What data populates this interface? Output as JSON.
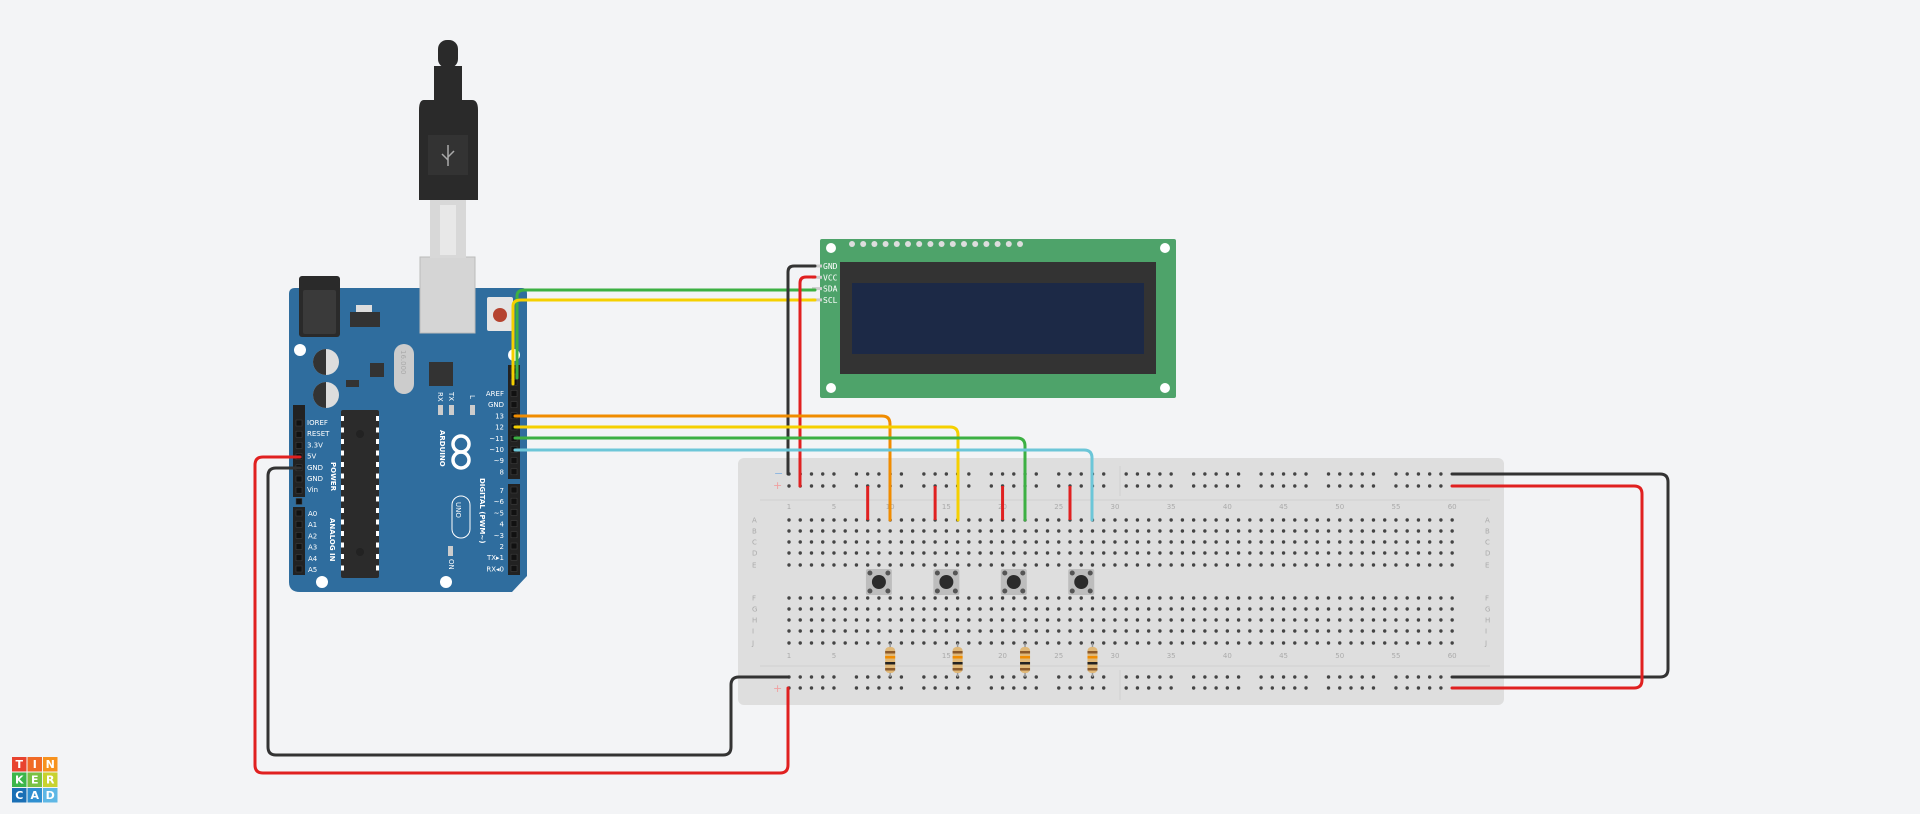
{
  "arduino": {
    "brand": "ARDUINO",
    "model": "UNO",
    "crystal": "16.000",
    "power_header_title": "POWER",
    "analog_header_title": "ANALOG IN",
    "digital_header_title": "DIGITAL (PWM~)",
    "power_pins": [
      "IOREF",
      "RESET",
      "3.3V",
      "5V",
      "GND",
      "GND",
      "Vin"
    ],
    "analog_pins": [
      "A0",
      "A1",
      "A2",
      "A3",
      "A4",
      "A5"
    ],
    "digital_pins_upper": [
      "AREF",
      "GND",
      "13",
      "12",
      "~11",
      "~10",
      "~9",
      "8"
    ],
    "digital_pins_lower": [
      "7",
      "~6",
      "~5",
      "4",
      "~3",
      "2",
      "TX▸1",
      "RX◂0"
    ],
    "led_labels": {
      "rx": "RX",
      "tx": "TX",
      "l": "L",
      "on": "ON"
    },
    "board_color": "#2f6d9e"
  },
  "lcd": {
    "pins": [
      "GND",
      "VCC",
      "SDA",
      "SCL"
    ],
    "board_color": "#4ea36a",
    "screen_color": "#1c2946"
  },
  "breadboard": {
    "columns": 60,
    "rows_top": [
      "A",
      "B",
      "C",
      "D",
      "E"
    ],
    "rows_bottom": [
      "F",
      "G",
      "H",
      "I",
      "J"
    ],
    "column_labels": [
      "1",
      "5",
      "10",
      "15",
      "20",
      "25",
      "30",
      "35",
      "40",
      "45",
      "50",
      "55",
      "60"
    ],
    "rail_minus": "−",
    "rail_plus": "+"
  },
  "components": {
    "pushbuttons": 4,
    "resistors": 4
  },
  "wires": {
    "colors": {
      "gnd": "#333333",
      "power": "#e02020",
      "sda": "#3cb043",
      "scl": "#f5d000",
      "pin13": "#f08c00",
      "pin12": "#f5d000",
      "pin11": "#3cb043",
      "pin10": "#6cc6d8"
    }
  },
  "logo": {
    "letters": [
      "T",
      "I",
      "N",
      "K",
      "E",
      "R",
      "C",
      "A",
      "D"
    ],
    "colors": [
      "#e8432f",
      "#f06a26",
      "#f7921e",
      "#3cb64a",
      "#7ac143",
      "#c8d22f",
      "#1a6fb5",
      "#2f8fd0",
      "#5eb7e5"
    ]
  }
}
